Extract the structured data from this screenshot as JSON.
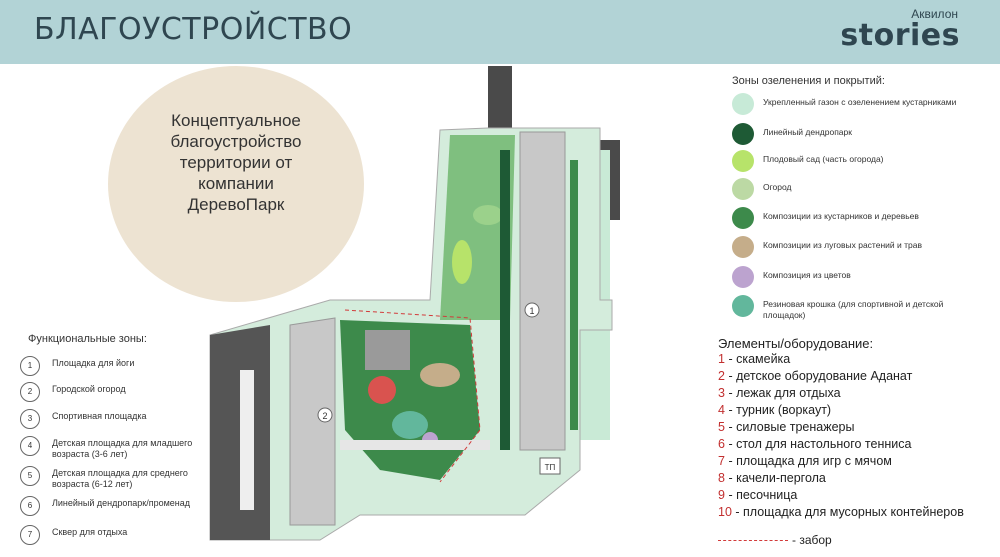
{
  "header": {
    "title": "БЛАГОУСТРОЙСТВО",
    "brand_small": "Аквилон",
    "brand_big": "stories"
  },
  "intro": {
    "text": "Концептуальное благоустройство территории от компании ДеревоПарк"
  },
  "map_labels": {
    "b1": "1",
    "b2": "2",
    "b3": "ТП"
  },
  "functional": {
    "title": "Функциональные зоны:",
    "items": [
      {
        "num": "1",
        "label": "Площадка для йоги"
      },
      {
        "num": "2",
        "label": "Городской огород"
      },
      {
        "num": "3",
        "label": "Спортивная площадка"
      },
      {
        "num": "4",
        "label": "Детская площадка для младшего возраста (3-6 лет)"
      },
      {
        "num": "5",
        "label": "Детская площадка для среднего возраста (6-12 лет)"
      },
      {
        "num": "6",
        "label": "Линейный дендропарк/променад"
      },
      {
        "num": "7",
        "label": "Сквер для отдыха"
      }
    ]
  },
  "legend": {
    "title": "Зоны озеленения и покрытий:",
    "items": [
      {
        "label": "Укрепленный газон с озеленением кустарниками",
        "color": "#c7ead7"
      },
      {
        "label": "Линейный дендропарк",
        "color": "#1e5a35"
      },
      {
        "label": "Плодовый сад (часть огорода)",
        "color": "#b7e36a"
      },
      {
        "label": "Огород",
        "color": "#bcd9a4"
      },
      {
        "label": "Композиции из кустарников и деревьев",
        "color": "#3d8a4b"
      },
      {
        "label": "Композиции из луговых растений и трав",
        "color": "#c5ad8a"
      },
      {
        "label": "Композиция из цветов",
        "color": "#bca3cf"
      },
      {
        "label": "Резиновая крошка (для спортивной и детской площадок)",
        "color": "#62b79c"
      }
    ]
  },
  "equipment": {
    "title": "Элементы/оборудование:",
    "items": [
      {
        "n": "1",
        "label": "- скамейка"
      },
      {
        "n": "2",
        "label": "- детское оборудование Аданат"
      },
      {
        "n": "3",
        "label": "- лежак для отдыха"
      },
      {
        "n": "4",
        "label": "- турник (воркаут)"
      },
      {
        "n": "5",
        "label": "- силовые тренажеры"
      },
      {
        "n": "6",
        "label": "- стол для настольного тенниса"
      },
      {
        "n": "7",
        "label": "- площадка для игр с мячом"
      },
      {
        "n": "8",
        "label": "- качели-пергола"
      },
      {
        "n": "9",
        "label": "- песочница"
      },
      {
        "n": "10",
        "label": "- площадка для мусорных контейнеров"
      }
    ],
    "fence_label": "- забор"
  }
}
